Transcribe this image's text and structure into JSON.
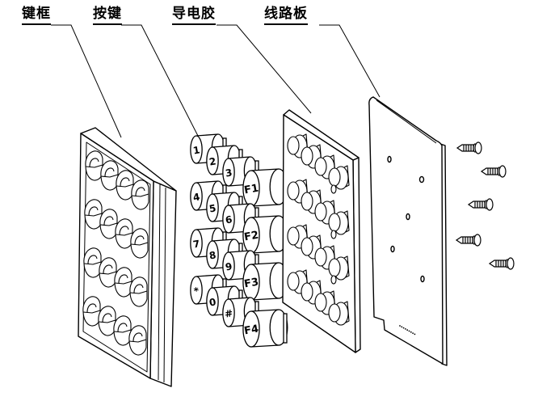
{
  "labels": {
    "keyframe": "键框",
    "keys": "按键",
    "rubber": "导电胶",
    "pcb": "线路板"
  },
  "key_numbers": [
    "1",
    "2",
    "3",
    "F1",
    "4",
    "5",
    "6",
    "F2",
    "7",
    "8",
    "9",
    "F3",
    "*",
    "0",
    "#",
    "F4"
  ]
}
